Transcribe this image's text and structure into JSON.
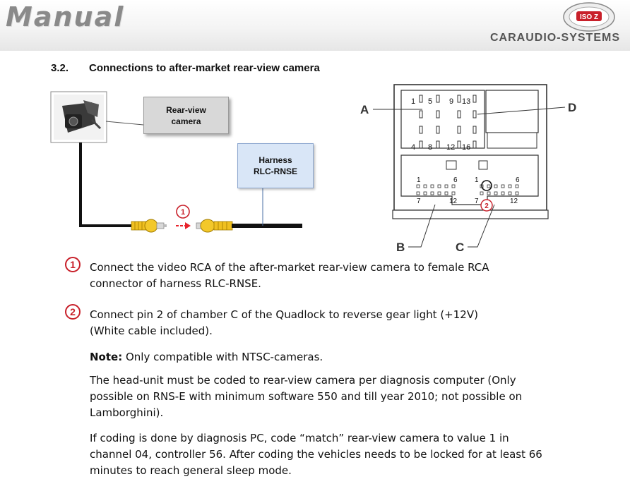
{
  "header": {
    "brand": "Manual",
    "company": "CARAUDIO-SYSTEMS",
    "seal_text": "ISO Z"
  },
  "section": {
    "number": "3.2.",
    "title": "Connections to after-market rear-view camera"
  },
  "diagram": {
    "camera_label_1": "Rear-view",
    "camera_label_2": "camera",
    "harness_label_1": "Harness",
    "harness_label_2": "RLC-RNSE",
    "step_marker_1": "1",
    "step_marker_2": "2",
    "chamber_a": "A",
    "chamber_b": "B",
    "chamber_c": "C",
    "chamber_d": "D",
    "pins_top": [
      "1",
      "5",
      "9",
      "13"
    ],
    "pins_bottom": [
      "4",
      "8",
      "12",
      "16"
    ],
    "pins_b_left_top": "1",
    "pins_b_left_bottom": "7",
    "pins_b_right_top": "6",
    "pins_b_right_bottom": "12",
    "pins_c_left_top": "1",
    "pins_c_left_bottom": "7",
    "pins_c_right_top": "6",
    "pins_c_right_bottom": "12"
  },
  "steps": [
    {
      "badge": "1",
      "line1": "Connect the video RCA of the after-market rear-view camera to female RCA",
      "line2": "connector of harness RLC-RNSE."
    },
    {
      "badge": "2",
      "line1": "Connect pin 2 of chamber C of the Quadlock to reverse gear light (+12V)",
      "line2": "(White cable included)."
    }
  ],
  "note": {
    "label": "Note:",
    "text": " Only compatible with NTSC-cameras."
  },
  "paragraphs": {
    "coding_1": "The head-unit must be coded to rear-view camera per diagnosis computer (Only",
    "coding_2": "possible on RNS-E with minimum software 550 and till year 2010; not possible on",
    "coding_3": "Lamborghini).",
    "pc_1": "If coding is done by diagnosis PC, code “match” rear-view camera to value 1 in",
    "pc_2": "channel 04, controller 56. After coding the vehicles needs to be locked for at least 66",
    "pc_3": "minutes to reach general sleep mode."
  }
}
